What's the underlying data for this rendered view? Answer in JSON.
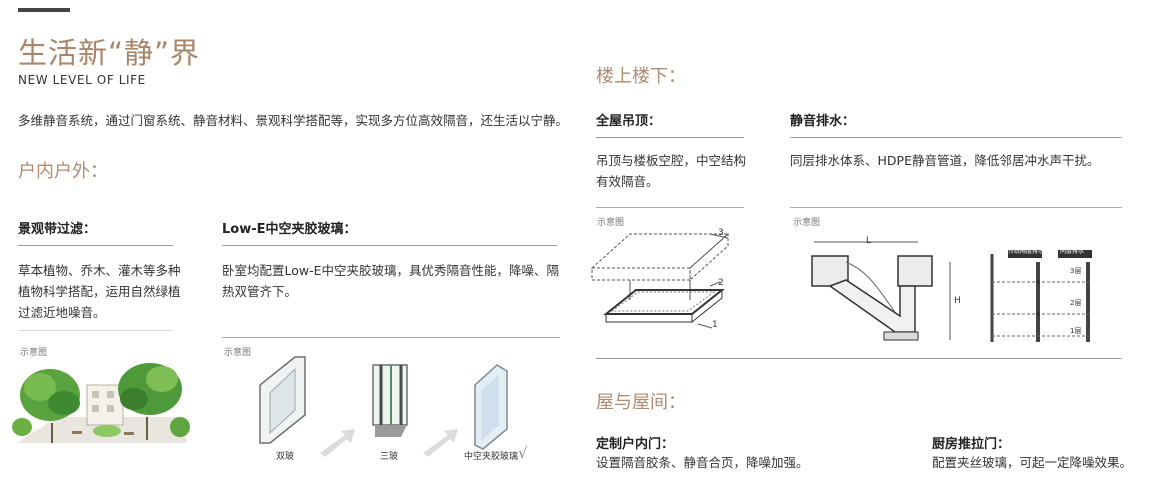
{
  "header": {
    "title": "生活新“静”界",
    "subtitle": "NEW LEVEL OF LIFE",
    "intro": "多维静音系统，通过门窗系统、静音材料、景观科学搭配等，实现多方位高效隔音，还生活以宁静。"
  },
  "indoor_outdoor": {
    "heading": "户内户外：",
    "landscape": {
      "title": "景观带过滤：",
      "desc": "草本植物、乔木、灌木等多种植物科学搭配，运用自然绿植过滤近地噪音。",
      "diagram_label": "示意图"
    },
    "lowe": {
      "title": "Low-E中空夹胶玻璃：",
      "desc": "卧室均配置Low-E中空夹胶玻璃，具优秀隔音性能，降噪、隔热双管齐下。",
      "diagram_label": "示意图",
      "glass_labels": [
        "双玻",
        "三玻",
        "中空夹胶玻璃"
      ],
      "check": "√"
    }
  },
  "upstairs": {
    "heading": "楼上楼下：",
    "ceiling": {
      "title": "全屋吊顶：",
      "desc": "吊顶与楼板空腔，中空结构有效隔音。",
      "diagram_label": "示意图",
      "markers": [
        "3",
        "2",
        "1"
      ]
    },
    "drain": {
      "title": "静音排水：",
      "desc": "同层排水体系、HDPE静音管道，降低邻居冲水声干扰。",
      "diagram_label": "示意图",
      "dims": [
        "L",
        "H"
      ],
      "legend_a": "传统隔层排水",
      "legend_b": "同层排水",
      "floor_labels": [
        "3层",
        "2层",
        "1层"
      ]
    }
  },
  "rooms": {
    "heading": "屋与屋间：",
    "door": {
      "title": "定制户内门：",
      "desc": "设置隔音胶条、静音合页，降噪加强。"
    },
    "kitchen": {
      "title": "厨房推拉门：",
      "desc": "配置夹丝玻璃，可起一定降噪效果。"
    }
  },
  "colors": {
    "accent": "#b08b73",
    "text": "#333333",
    "rule": "#9a9a9a"
  }
}
